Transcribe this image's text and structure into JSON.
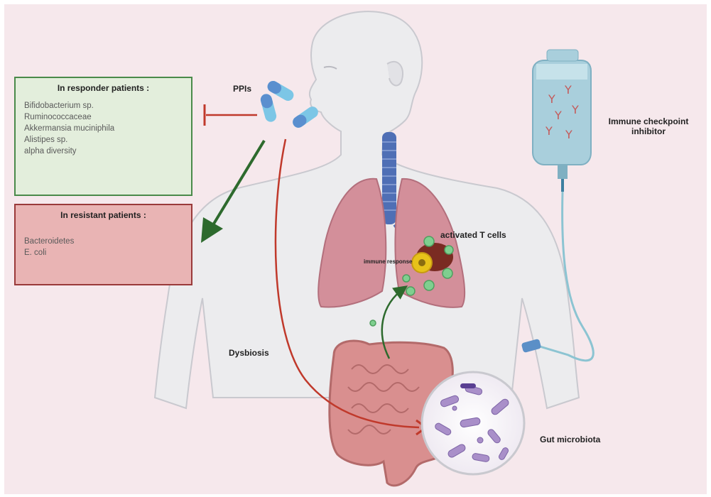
{
  "responder": {
    "heading": "In responder patients :",
    "items": [
      "Bifidobacterium sp.",
      "Ruminococcaceae",
      "Akkermansia muciniphila",
      "Alistipes sp.",
      "alpha diversity"
    ]
  },
  "resistant": {
    "heading": "In resistant patients :",
    "items": [
      "Bacteroidetes",
      "E. coli"
    ]
  },
  "labels": {
    "ppis": "PPIs",
    "ici_line1": "Immune checkpoint",
    "ici_line2": "inhibitor",
    "activated_t_cells": "activated T cells",
    "tumor": "immune response",
    "dysbiosis": "Dysbiosis",
    "gut_microbiota": "Gut microbiota"
  },
  "colors": {
    "background": "#f6e8ec",
    "skin": "#e8e8ea",
    "lung": "#d38f9a",
    "airway": "#4f6fb5",
    "inhibit_red": "#c0392b",
    "promote_green": "#2d6a2d",
    "intestine": "#d98f8f"
  }
}
